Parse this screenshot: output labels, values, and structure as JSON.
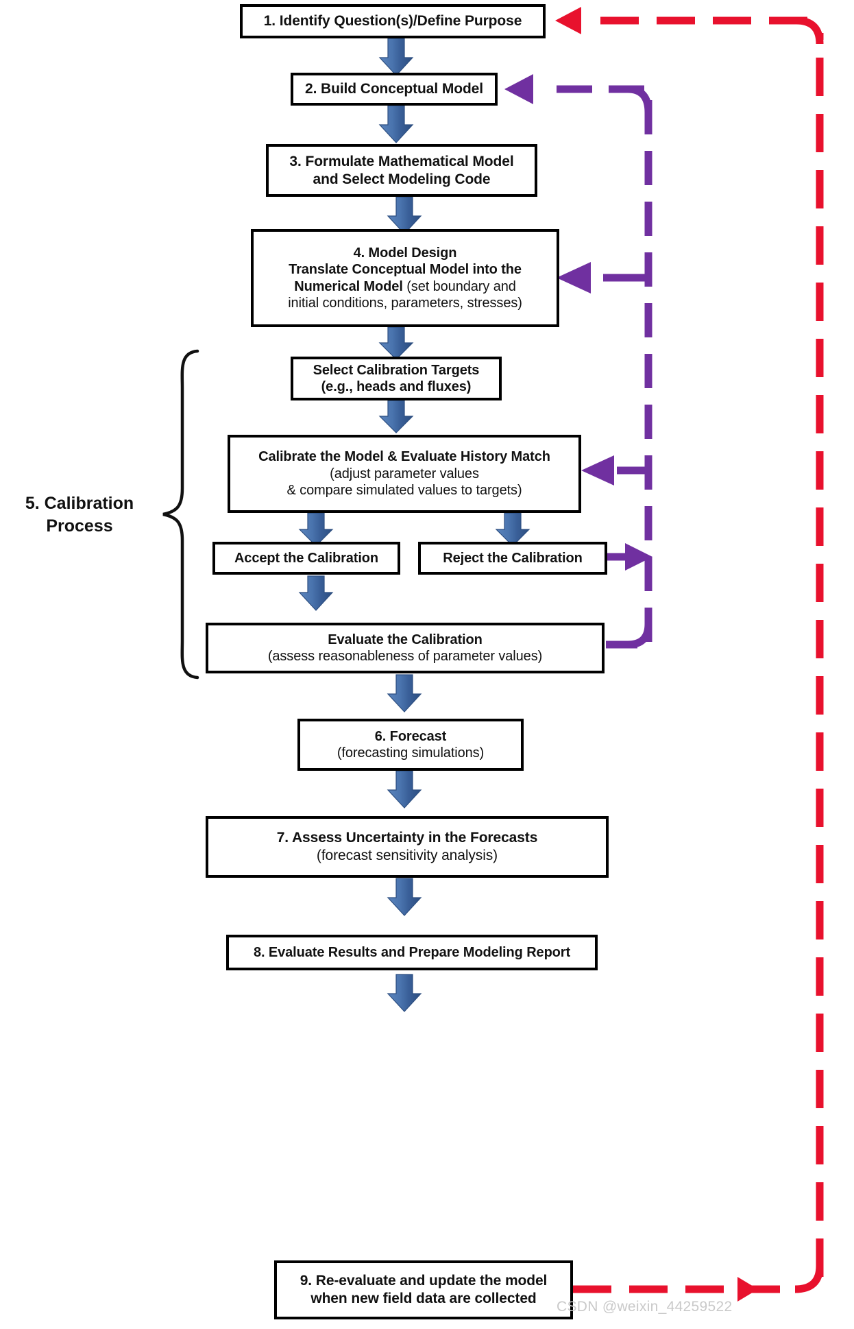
{
  "diagram": {
    "title": "Groundwater Modeling Workflow Flowchart",
    "colors": {
      "box_border": "#000000",
      "box_fill": "#ffffff",
      "text": "#111111",
      "blue_arrow": "#3E6CA8",
      "blue_arrow_dark": "#2E5384",
      "purple_feedback": "#7030A0",
      "red_feedback": "#E8112D",
      "watermark": "#c9c9c9"
    },
    "boxes": [
      {
        "id": "step-1",
        "lines": [
          {
            "text": "1.  Identify Question(s)/Define Purpose",
            "bold": true
          }
        ]
      },
      {
        "id": "step-2",
        "lines": [
          {
            "text": "2. Build Conceptual Model",
            "bold": true
          }
        ]
      },
      {
        "id": "step-3",
        "lines": [
          {
            "text": "3. Formulate Mathematical Model",
            "bold": true
          },
          {
            "text": "and Select Modeling Code",
            "bold": true
          }
        ]
      },
      {
        "id": "step-4",
        "lines": [
          {
            "text": "4. Model Design",
            "bold": true
          },
          {
            "text": "Translate Conceptual Model into the",
            "bold": true
          },
          {
            "text": "Numerical Model",
            "bold": true,
            "suffix": " (set boundary and"
          },
          {
            "text": "initial conditions, parameters, stresses)",
            "bold": false
          }
        ]
      },
      {
        "id": "select-targets",
        "lines": [
          {
            "text": "Select Calibration Targets",
            "bold": true
          },
          {
            "text": "(e.g.,  heads and fluxes)",
            "bold": true
          }
        ]
      },
      {
        "id": "calibrate-model",
        "lines": [
          {
            "text": "Calibrate the Model & Evaluate History Match",
            "bold": true
          },
          {
            "text": "(adjust parameter values",
            "bold": false
          },
          {
            "text": "& compare simulated values to targets)",
            "bold": false
          }
        ]
      },
      {
        "id": "accept-calibration",
        "lines": [
          {
            "text": "Accept the Calibration",
            "bold": true
          }
        ]
      },
      {
        "id": "reject-calibration",
        "lines": [
          {
            "text": "Reject the Calibration",
            "bold": true
          }
        ]
      },
      {
        "id": "evaluate-calibration",
        "lines": [
          {
            "text": "Evaluate the Calibration",
            "bold": true
          },
          {
            "text": "(assess reasonableness of parameter values)",
            "bold": false
          }
        ]
      },
      {
        "id": "step-6",
        "lines": [
          {
            "text": "6. Forecast",
            "bold": true
          },
          {
            "text": "(forecasting simulations)",
            "bold": false
          }
        ]
      },
      {
        "id": "step-7",
        "lines": [
          {
            "text": "7. Assess Uncertainty in the Forecasts",
            "bold": true
          },
          {
            "text": "(forecast sensitivity analysis)",
            "bold": false
          }
        ]
      },
      {
        "id": "step-8",
        "lines": [
          {
            "text": "8. Evaluate Results and Prepare Modeling Report",
            "bold": true
          }
        ]
      },
      {
        "id": "step-9",
        "lines": [
          {
            "text": "9. Re-evaluate and update the model",
            "bold": true
          },
          {
            "text": "when new field data are collected",
            "bold": true
          }
        ]
      }
    ],
    "brace_label": {
      "line1": "5. Calibration",
      "line2": "Process"
    },
    "watermark": "CSDN @weixin_44259522"
  }
}
